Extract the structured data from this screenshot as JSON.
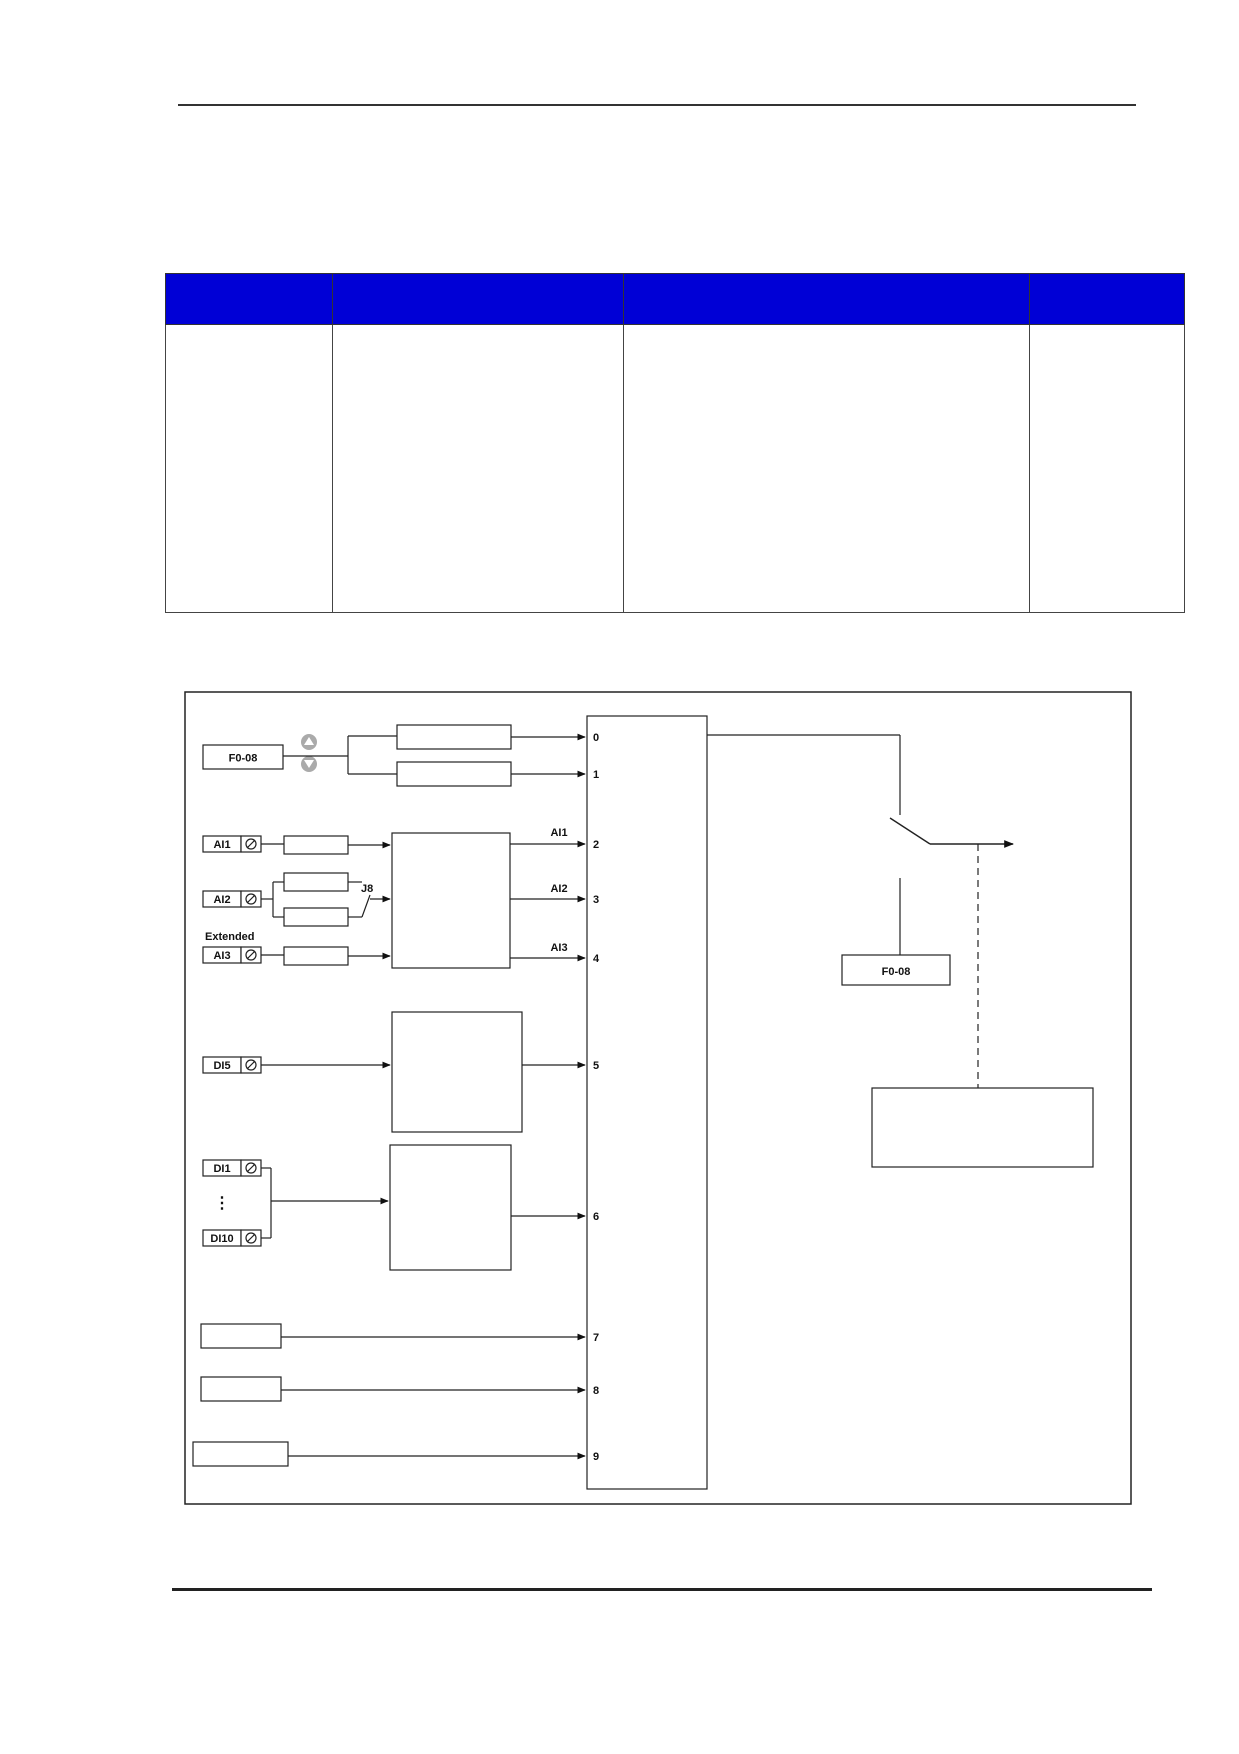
{
  "page": {
    "header_rule": true,
    "footer_rule": true
  },
  "table": {
    "header_color": "#0000d6",
    "columns": [
      "",
      "",
      "",
      ""
    ],
    "rows": [
      [
        "",
        "",
        "",
        ""
      ]
    ]
  },
  "diagram": {
    "keypad_param_label": "F0-08",
    "up_icon": "up-arrow-icon",
    "down_icon": "down-arrow-icon",
    "inputs": [
      {
        "label": "AI1",
        "icon": "potentiometer-icon"
      },
      {
        "label": "AI2",
        "icon": "potentiometer-icon"
      },
      {
        "label": "AI3",
        "icon": "potentiometer-icon"
      },
      {
        "label": "DI5",
        "icon": "potentiometer-icon"
      },
      {
        "label": "DI1",
        "icon": "potentiometer-icon"
      },
      {
        "label": "DI10",
        "icon": "potentiometer-icon"
      }
    ],
    "extended_label": "Extended",
    "jumper_label": "J8",
    "vertical_ellipsis": "⋮",
    "ai_outputs": [
      "AI1",
      "AI2",
      "AI3"
    ],
    "selector_inputs": [
      "0",
      "1",
      "2",
      "3",
      "4",
      "5",
      "6",
      "7",
      "8",
      "9"
    ],
    "selector_param_label": "F0-08"
  }
}
